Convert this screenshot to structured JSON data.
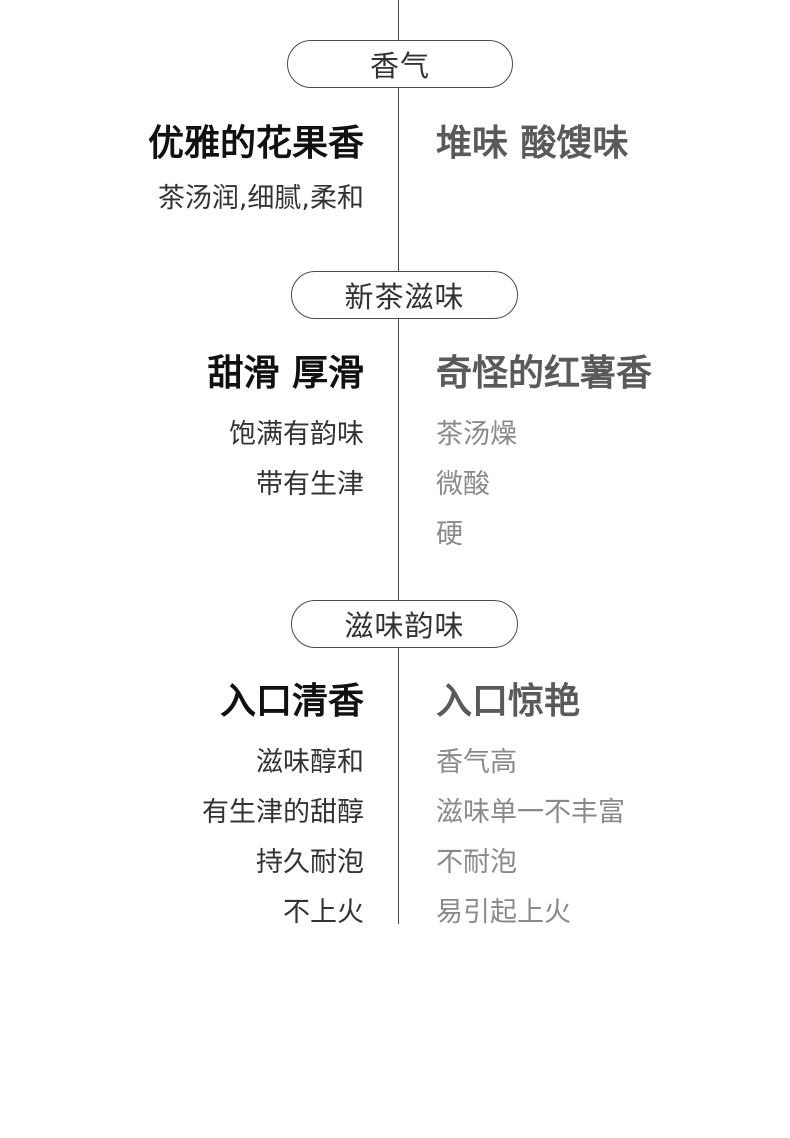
{
  "sections": [
    {
      "label": "香气",
      "left_heading": "优雅的花果香",
      "left_items": [
        "茶汤润,细腻,柔和"
      ],
      "right_heading": "堆味 酸馊味",
      "right_items": []
    },
    {
      "label": "新茶滋味",
      "left_heading": "甜滑 厚滑",
      "left_items": [
        "饱满有韵味",
        "带有生津"
      ],
      "right_heading": "奇怪的红薯香",
      "right_items": [
        "茶汤燥",
        "微酸",
        "硬"
      ]
    },
    {
      "label": "滋味韵味",
      "left_heading": "入口清香",
      "left_items": [
        "滋味醇和",
        "有生津的甜醇",
        "持久耐泡",
        "不上火"
      ],
      "right_heading": "入口惊艳",
      "right_items": [
        "香气高",
        "滋味单一不丰富",
        "不耐泡",
        "易引起上火"
      ]
    }
  ]
}
